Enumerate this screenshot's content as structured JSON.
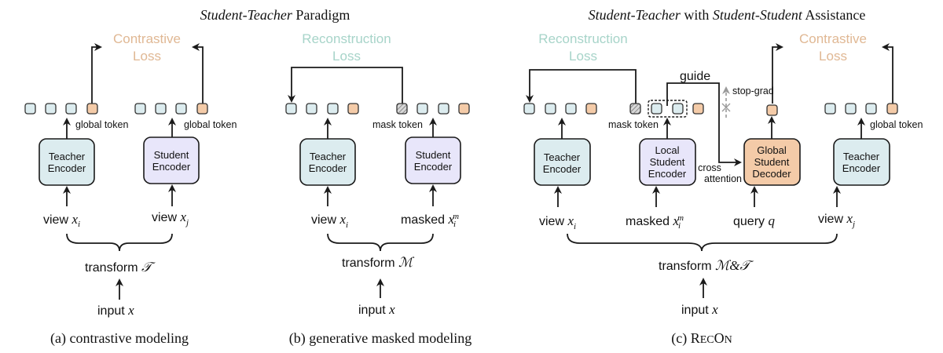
{
  "titles": {
    "left_italic": "Student-Teacher",
    "left_plain": " Paradigm",
    "right_italic1": "Student-Teacher",
    "right_plain1": " with ",
    "right_italic2": "Student-Student",
    "right_plain2": " Assistance"
  },
  "colors": {
    "teacher_fill": "#dcecef",
    "student_fill": "#e8e6fa",
    "decoder_fill": "#f4cba8",
    "token_local": "#dcecef",
    "token_global": "#f4cba8",
    "contrastive_text": "#e0b894",
    "reconstruction_text": "#a7d4c9",
    "stroke": "#1a1a1a",
    "stopgrad": "#9a9a9a"
  },
  "panel_a": {
    "loss_line1": "Contrastive",
    "loss_line2": "Loss",
    "left_encoder_line1": "Teacher",
    "left_encoder_line2": "Encoder",
    "right_encoder_line1": "Student",
    "right_encoder_line2": "Encoder",
    "left_token_label": "global token",
    "right_token_label": "global token",
    "left_view_text": "view ",
    "left_view_math": "x",
    "left_view_sub": "i",
    "right_view_text": "view ",
    "right_view_math": "x",
    "right_view_sub": "j",
    "transform_text": "transform ",
    "transform_math": "𝒯",
    "input_text": "input ",
    "input_math": "x",
    "caption": "(a) contrastive modeling"
  },
  "panel_b": {
    "loss_line1": "Reconstruction",
    "loss_line2": "Loss",
    "left_encoder_line1": "Teacher",
    "left_encoder_line2": "Encoder",
    "right_encoder_line1": "Student",
    "right_encoder_line2": "Encoder",
    "mask_token_label": "mask token",
    "left_view_text": "view ",
    "left_view_math": "x",
    "left_view_sub": "i",
    "right_view_text": "masked ",
    "right_view_math": "x",
    "right_view_sub": "i",
    "right_view_sup": "m",
    "transform_text": "transform ",
    "transform_math": "ℳ",
    "input_text": "input ",
    "input_math": "x",
    "caption": "(b) generative masked modeling"
  },
  "panel_c": {
    "recon_loss_line1": "Reconstruction",
    "recon_loss_line2": "Loss",
    "contrast_loss_line1": "Contrastive",
    "contrast_loss_line2": "Loss",
    "guide_label": "guide",
    "stopgrad_label": "stop-grad",
    "mask_token_label": "mask token",
    "cross_attention_line1": "cross",
    "cross_attention_line2": "attention",
    "global_token_label": "global token",
    "teacher1_line1": "Teacher",
    "teacher1_line2": "Encoder",
    "local_student_line1": "Local",
    "local_student_line2": "Student",
    "local_student_line3": "Encoder",
    "global_decoder_line1": "Global",
    "global_decoder_line2": "Student",
    "global_decoder_line3": "Decoder",
    "teacher2_line1": "Teacher",
    "teacher2_line2": "Encoder",
    "view_i_text": "view ",
    "view_i_math": "x",
    "view_i_sub": "i",
    "masked_text": "masked ",
    "masked_math": "x",
    "masked_sub": "i",
    "masked_sup": "m",
    "query_text": "query ",
    "query_math": "q",
    "view_j_text": "view ",
    "view_j_math": "x",
    "view_j_sub": "j",
    "transform_text": "transform ",
    "transform_math": "ℳ&𝒯",
    "input_text": "input ",
    "input_math": "x",
    "caption_prefix": "(c) ",
    "caption_R": "R",
    "caption_EC": "EC",
    "caption_O": "O",
    "caption_N": "N"
  }
}
